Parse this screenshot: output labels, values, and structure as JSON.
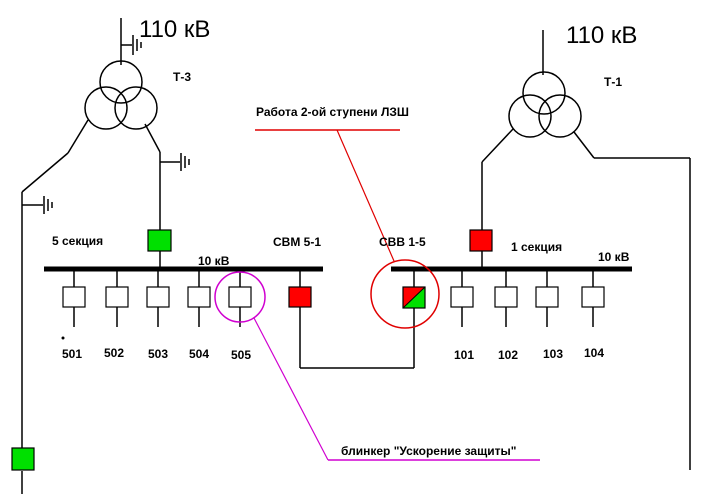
{
  "labels": {
    "voltage_left": "110 кВ",
    "voltage_right": "110 кВ",
    "transformer_left": "Т-3",
    "transformer_right": "Т-1",
    "section_left": "5 секция",
    "section_right": "1 секция",
    "bus_left_voltage": "10 кВ",
    "bus_right_voltage": "10 кВ",
    "coupler_left": "СВМ 5-1",
    "coupler_right": "СВВ 1-5",
    "annotation_red": "Работа 2-ой ступени ЛЗШ",
    "annotation_magenta": "блинкер \"Ускорение защиты\""
  },
  "feeders_left": [
    "501",
    "502",
    "503",
    "504",
    "505"
  ],
  "feeders_right": [
    "101",
    "102",
    "103",
    "104"
  ],
  "colors": {
    "breaker_closed": "#ff0000",
    "breaker_open": "#00e000",
    "annotation_red": "#e00000",
    "annotation_magenta": "#d000d0"
  }
}
